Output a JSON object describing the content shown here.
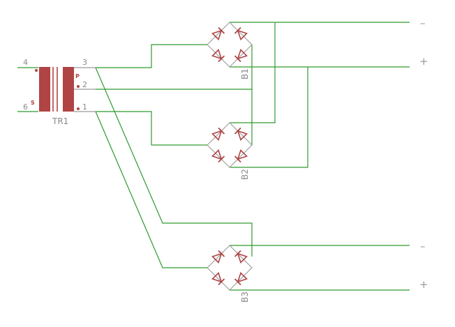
{
  "transformer": {
    "ref": "TR1",
    "pins_left": [
      "4",
      "6"
    ],
    "pins_right": [
      "3",
      "2",
      "1"
    ],
    "primary_mark": "P",
    "secondary_mark": "S"
  },
  "bridges": [
    {
      "ref": "B1"
    },
    {
      "ref": "B2"
    },
    {
      "ref": "B3"
    }
  ],
  "outputs": [
    {
      "sign": "–"
    },
    {
      "sign": "+"
    },
    {
      "sign": "–"
    },
    {
      "sign": "+"
    }
  ],
  "colors": {
    "wire": "#2e9a2e",
    "component": "#b04444",
    "label": "#8a8a8a"
  }
}
